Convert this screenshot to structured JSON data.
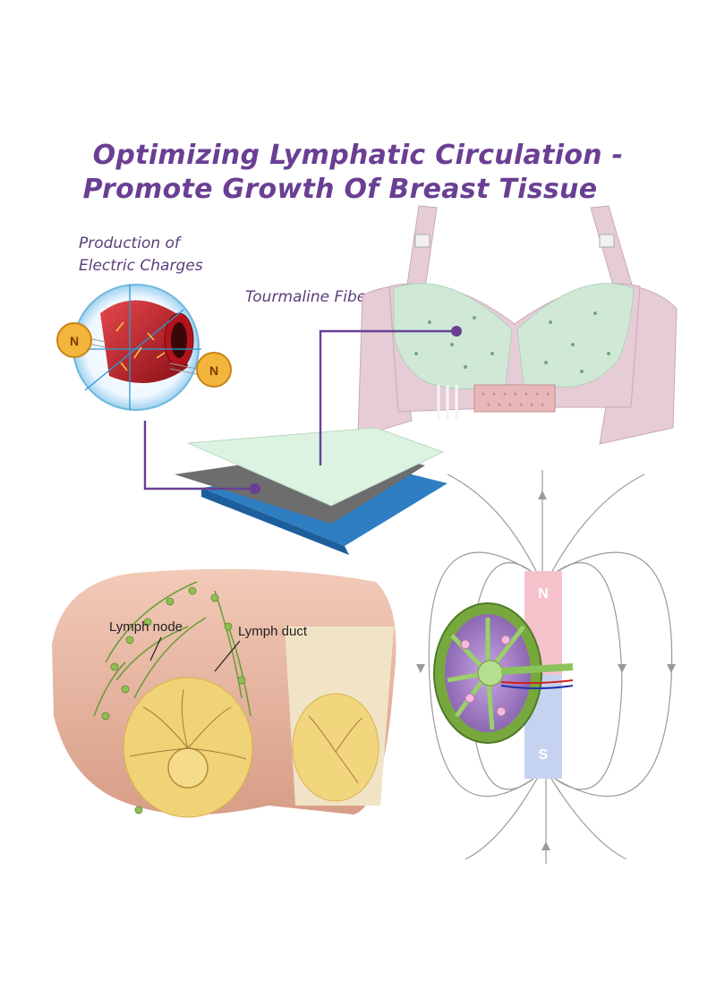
{
  "title": {
    "line1": "Optimizing Lymphatic Circulation -",
    "line2": "Promote Growth Of Breast Tissue"
  },
  "labels": {
    "production_line1": "Production of",
    "production_line2": "Electric Charges",
    "tourmaline": "Tourmaline Fiber",
    "lymph_node": "Lymph node",
    "lymph_duct": "Lymph duct"
  },
  "magnet": {
    "north": "N",
    "south": "S"
  },
  "particle_magnets": {
    "left": "N",
    "right": "N"
  },
  "colors": {
    "title": "#6a3f93",
    "connector": "#6a3f93",
    "bra": "#e6ccd6",
    "mesh_pad": "#cfe9d6",
    "magnet_north": "#f5c2cb",
    "magnet_south": "#c6d3f0"
  }
}
